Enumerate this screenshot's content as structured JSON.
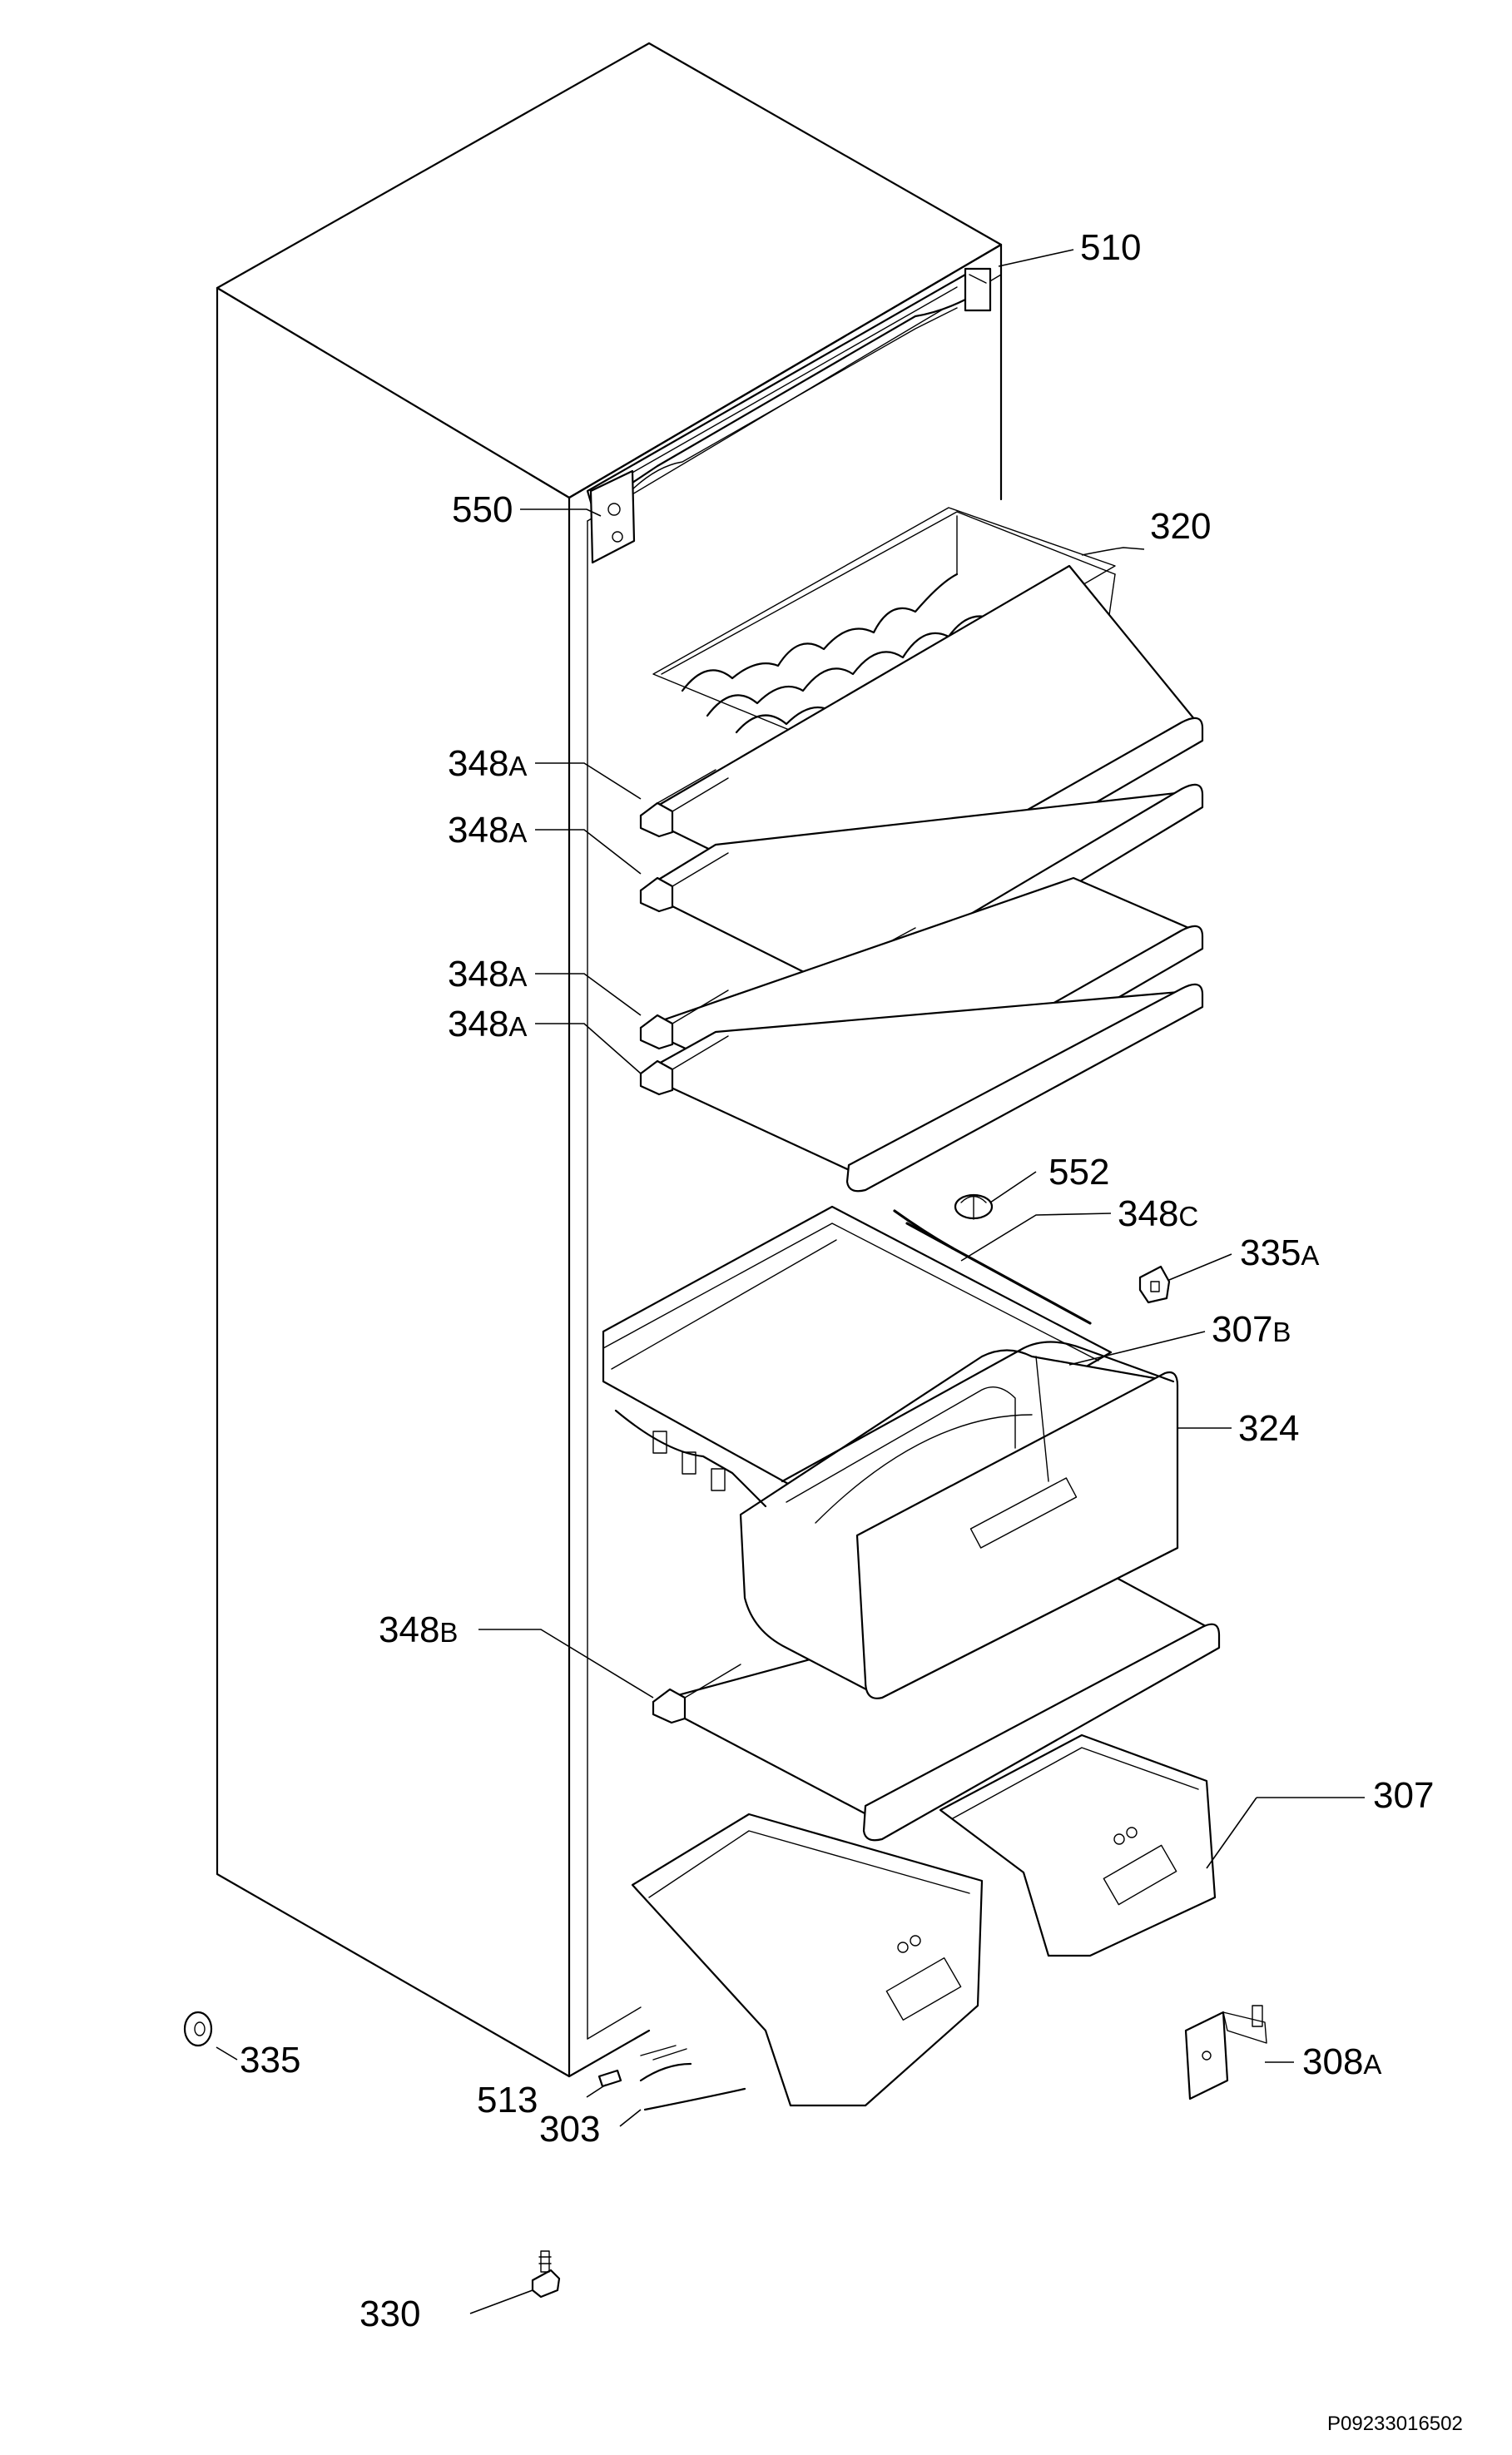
{
  "diagram": {
    "document_code": "P09233016502",
    "labels": {
      "p510": {
        "main": "510",
        "suffix": ""
      },
      "p550": {
        "main": "550",
        "suffix": ""
      },
      "p320": {
        "main": "320",
        "suffix": ""
      },
      "p348a1": {
        "main": "348",
        "suffix": "A"
      },
      "p348a2": {
        "main": "348",
        "suffix": "A"
      },
      "p348a3": {
        "main": "348",
        "suffix": "A"
      },
      "p348a4": {
        "main": "348",
        "suffix": "A"
      },
      "p552": {
        "main": "552",
        "suffix": ""
      },
      "p348c": {
        "main": "348",
        "suffix": "C"
      },
      "p335a": {
        "main": "335",
        "suffix": "A"
      },
      "p307b": {
        "main": "307",
        "suffix": "B"
      },
      "p324": {
        "main": "324",
        "suffix": ""
      },
      "p348b": {
        "main": "348",
        "suffix": "B"
      },
      "p307": {
        "main": "307",
        "suffix": ""
      },
      "p335": {
        "main": "335",
        "suffix": ""
      },
      "p308a": {
        "main": "308",
        "suffix": "A"
      },
      "p513": {
        "main": "513",
        "suffix": ""
      },
      "p303": {
        "main": "303",
        "suffix": ""
      },
      "p330": {
        "main": "330",
        "suffix": ""
      }
    }
  }
}
